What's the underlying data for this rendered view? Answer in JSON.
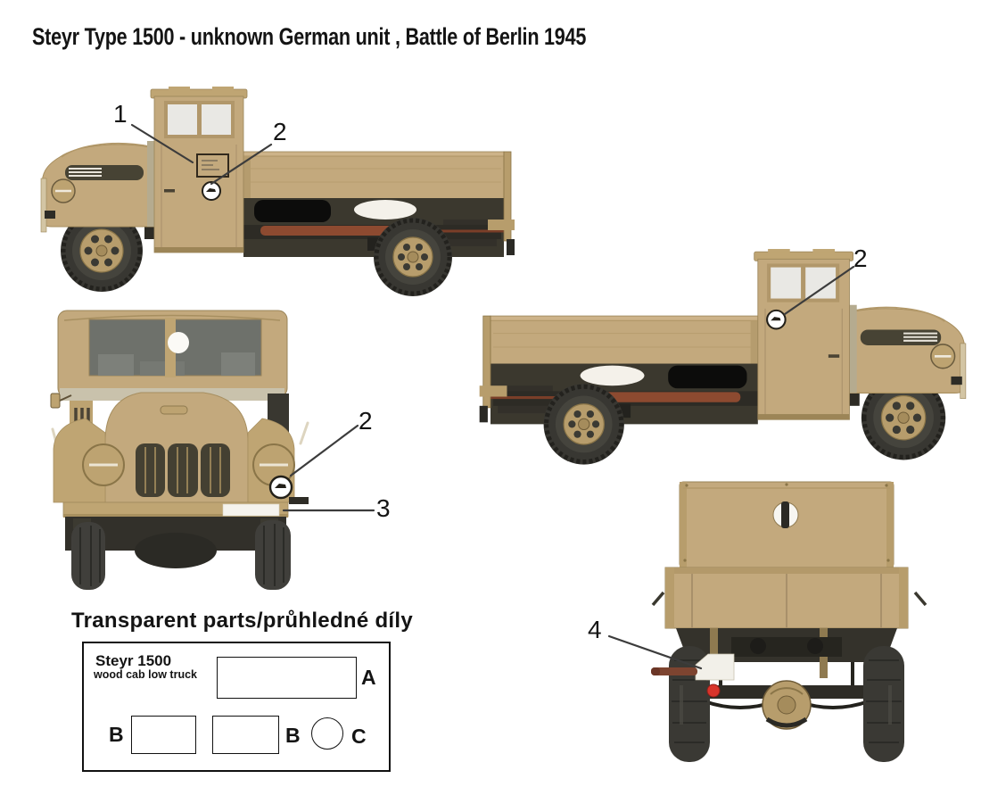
{
  "title": "Steyr Type 1500 - unknown German unit , Battle of Berlin 1945",
  "callouts": [
    {
      "label": "1"
    },
    {
      "label": "2"
    },
    {
      "label": "2"
    },
    {
      "label": "2"
    },
    {
      "label": "3"
    },
    {
      "label": "4"
    }
  ],
  "legend": {
    "title": "Transparent parts/průhledné díly",
    "kit_name": "Steyr 1500",
    "kit_subtitle": "wood cab low truck",
    "part_a_label": "A",
    "part_b_left_label": "B",
    "part_b_right_label": "B",
    "part_c_label": "C"
  },
  "markings": {
    "door_decal": "door-stencil-decal",
    "circle_marking": "white-disc-tactical-marking",
    "front_plate": "white-license-plate",
    "rear_plate": "white-rear-plate"
  },
  "colors": {
    "body_tan": "#c3a97d",
    "body_shadow": "#a8905f",
    "chassis_dark": "#33312a",
    "tire_dark": "#3a3934",
    "side_window": "#e9e8e4",
    "windshield": "#6e716b",
    "marking_white": "#ffffff",
    "exhaust_brown": "#8d4a30",
    "taillight_red": "#d8342b",
    "text": "#141414"
  }
}
